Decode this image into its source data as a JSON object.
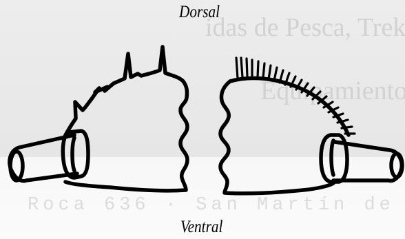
{
  "labels": {
    "top": "Dorsal",
    "bottom": "Ventral"
  },
  "background_text": {
    "line1": "idas de Pesca, Trekking y Tra",
    "line2": "Equipamiento de Montaña",
    "line3": "Roca 636 · San Martín de"
  },
  "colors": {
    "ink": "#000000",
    "background_upper": "#e9e9e9",
    "background_lower": "#f9f9f9",
    "ghost_text": "#d2d2d2"
  },
  "figures": {
    "left": "dorsal-view-with-spines",
    "right": "ventral-view-with-rays"
  }
}
